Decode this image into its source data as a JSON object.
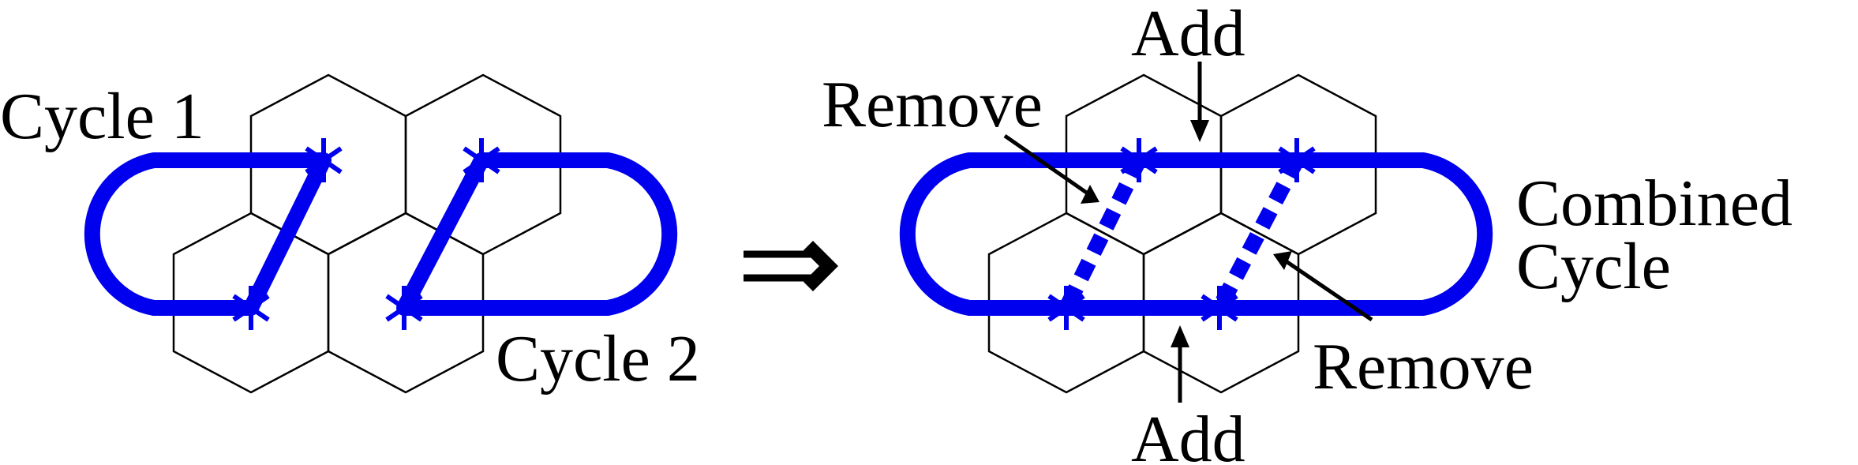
{
  "labels": {
    "cycle1": "Cycle 1",
    "cycle2": "Cycle 2",
    "combined_line1": "Combined",
    "combined_line2": "Cycle",
    "add_top": "Add",
    "add_bottom": "Add",
    "remove_left": "Remove",
    "remove_right": "Remove"
  },
  "colors": {
    "cycle": "#0000ee",
    "hex_stroke": "#000000",
    "text": "#000000"
  },
  "icons": {
    "transform": "double-right-arrow"
  }
}
